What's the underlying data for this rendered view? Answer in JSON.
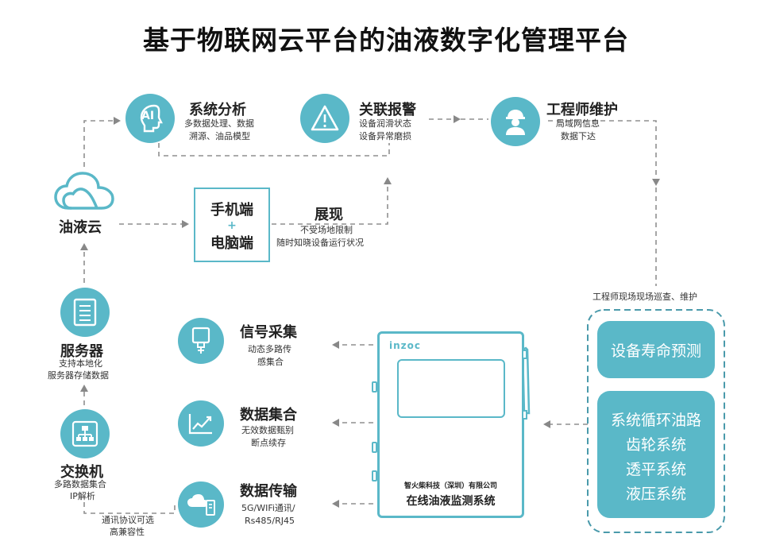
{
  "title": "基于物联网云平台的油液数字化管理平台",
  "nodes": {
    "analysis": {
      "title": "系统分析",
      "line1": "多数据处理、数据",
      "line2": "溯源、油品模型"
    },
    "alarm": {
      "title": "关联报警",
      "line1": "设备润滑状态",
      "line2": "设备异常磨损"
    },
    "engineer": {
      "title": "工程师维护",
      "line1": "局域网信息",
      "line2": "数据下达"
    },
    "cloud": {
      "title": "油液云",
      "icon_text": "AI"
    },
    "terminal": {
      "line1": "手机端",
      "plus": "+",
      "line2": "电脑端"
    },
    "display": {
      "title": "展现",
      "line1": "不受场地限制",
      "line2": "随时知晓设备运行状况"
    },
    "server": {
      "title": "服务器",
      "line1": "支持本地化",
      "line2": "服务器存储数据"
    },
    "switch": {
      "title": "交换机",
      "line1": "多路数据集合",
      "line2": "IP解析"
    },
    "protocol": {
      "line1": "通讯协议可选",
      "line2": "高兼容性"
    },
    "signal": {
      "title": "信号采集",
      "line1": "动态多路传",
      "line2": "感集合"
    },
    "collect": {
      "title": "数据集合",
      "line1": "无效数据甄别",
      "line2": "断点续存"
    },
    "transfer": {
      "title": "数据传输",
      "line1": "5G/WIFi通讯/",
      "line2": "Rs485/RJ45"
    },
    "device": {
      "brand": "inzoc",
      "company": "智火柴科技（深圳）有限公司",
      "name": "在线油液监测系统"
    },
    "onsite": {
      "label": "工程师现场现场巡查、维护"
    },
    "panel": {
      "top": "设备寿命预测",
      "items": [
        "系统循环油路",
        "齿轮系统",
        "透平系统",
        "液压系统"
      ]
    }
  },
  "colors": {
    "accent": "#5ab8c8",
    "line": "#888888"
  }
}
